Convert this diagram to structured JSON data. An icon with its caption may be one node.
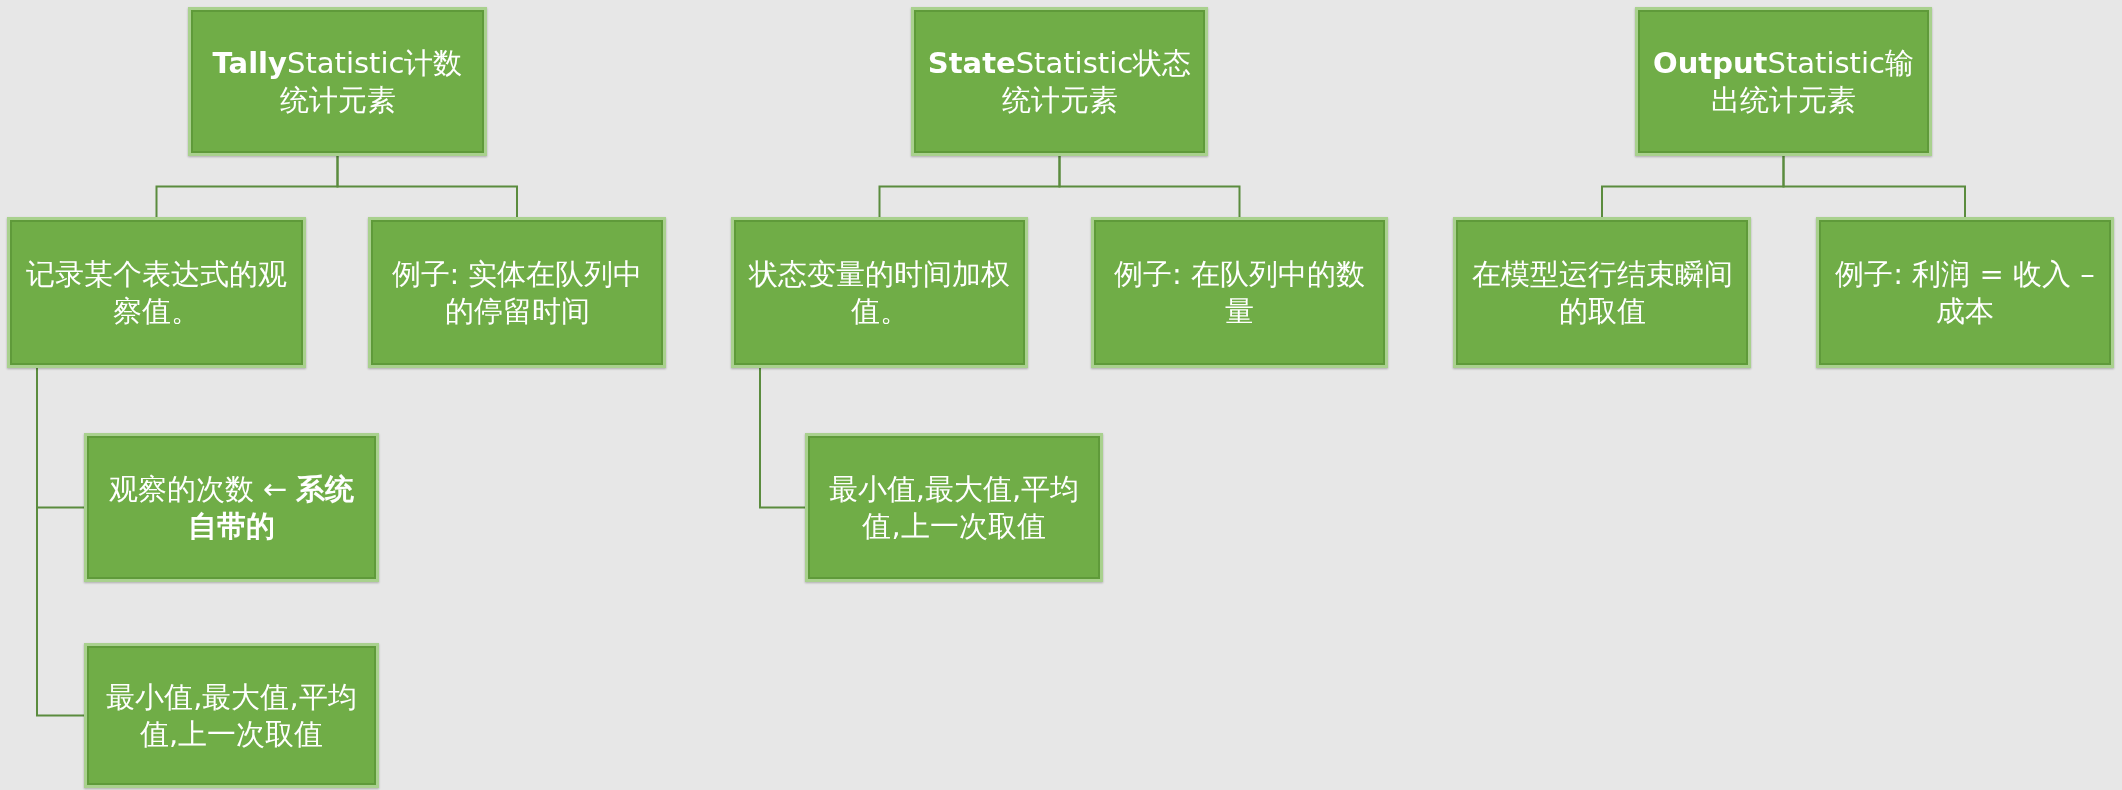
{
  "diagram": {
    "nodes": [
      {
        "text": [
          "**Tally**Statistic计数统计元素"
        ]
      },
      {
        "text": [
          "记录某个表达式的观察值。"
        ]
      },
      {
        "text": [
          "例子: 实体在队列中的停留时间"
        ]
      },
      {
        "text": [
          "观察的次数 ← **系统自带的**"
        ]
      },
      {
        "text": [
          "最小值,最大值,平均值,上一次取值"
        ]
      },
      {
        "text": [
          "**State**Statistic状态统计元素"
        ]
      },
      {
        "text": [
          "状态变量的时间加权值。"
        ]
      },
      {
        "text": [
          "例子: 在队列中的数量"
        ]
      },
      {
        "text": [
          "最小值,最大值,平均值,上一次取值"
        ]
      },
      {
        "text": [
          "**Output**Statistic输出统计元素"
        ]
      },
      {
        "text": [
          "在模型运行结束瞬间的取值"
        ]
      },
      {
        "text": [
          "例子: 利润 = 收入 – 成本"
        ]
      }
    ],
    "edges": [
      {
        "from": 0,
        "to": 1,
        "arrow": "none"
      },
      {
        "from": 0,
        "to": 2,
        "arrow": "none"
      },
      {
        "from": 1,
        "to": 3,
        "arrow": "none"
      },
      {
        "from": 1,
        "to": 4,
        "arrow": "none"
      },
      {
        "from": 5,
        "to": 6,
        "arrow": "none"
      },
      {
        "from": 5,
        "to": 7,
        "arrow": "none"
      },
      {
        "from": 6,
        "to": 8,
        "arrow": "none"
      },
      {
        "from": 9,
        "to": 10,
        "arrow": "none"
      },
      {
        "from": 9,
        "to": 11,
        "arrow": "none"
      }
    ]
  }
}
